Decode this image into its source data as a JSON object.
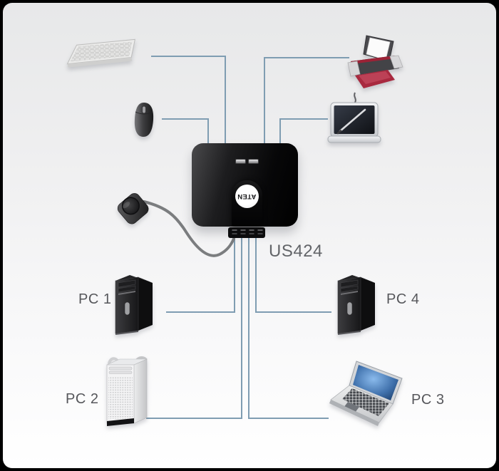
{
  "diagram": {
    "product_label": "US424",
    "switch": {
      "logo_text": "ATEN",
      "led_count": 2,
      "parts": [
        "status-leds",
        "logo-button",
        "remote-port-selector",
        "cable-connector"
      ]
    },
    "peripherals": [
      {
        "id": "keyboard",
        "icon": "keyboard-icon"
      },
      {
        "id": "mouse",
        "icon": "mouse-icon"
      },
      {
        "id": "printer",
        "icon": "printer-icon"
      },
      {
        "id": "graphics-tablet",
        "icon": "graphics-tablet-icon"
      }
    ],
    "computers": [
      {
        "id": "pc1",
        "label": "PC 1",
        "icon": "desktop-tower-icon"
      },
      {
        "id": "pc2",
        "label": "PC 2",
        "icon": "mac-tower-icon"
      },
      {
        "id": "pc3",
        "label": "PC 3",
        "icon": "laptop-icon"
      },
      {
        "id": "pc4",
        "label": "PC 4",
        "icon": "desktop-tower-icon"
      }
    ],
    "colors": {
      "connection_line": "#7f9db2",
      "remote_cable": "#7b7d7f",
      "label_text": "#56575b",
      "device_body": "#0a0a0b",
      "accent_red": "#a32638",
      "background_top": "#e7e8e9",
      "background_bottom": "#ffffff",
      "frame": "#000000"
    }
  }
}
